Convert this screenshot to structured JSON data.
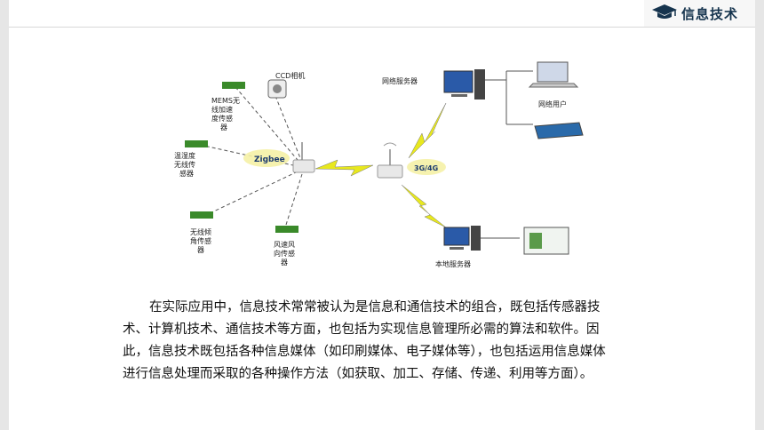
{
  "header": {
    "title": "信息技术",
    "icon": "graduation-cap-icon"
  },
  "diagram": {
    "labels": {
      "network_server": "网络服务器",
      "network_user": "网络用户",
      "local_server": "本地服务器",
      "net_3g4g": "3G/4G",
      "zigbee": "Zigbee",
      "ccd_camera": "CCD相机",
      "mems_sensor_line1": "MEMS无",
      "mems_sensor_line2": "线加速",
      "mems_sensor_line3": "度传感",
      "mems_sensor_line4": "器",
      "temp_sensor_line1": "温湿度",
      "temp_sensor_line2": "无线传",
      "temp_sensor_line3": "感器",
      "tilt_sensor_line1": "无线倾",
      "tilt_sensor_line2": "角传感",
      "tilt_sensor_line3": "器",
      "wind_sensor_line1": "风速风",
      "wind_sensor_line2": "向传感",
      "wind_sensor_line3": "器"
    }
  },
  "paragraph": {
    "lines": [
      "在实际应用中，信息技术常常被认为是信息和通信技术的组合，既包括传感器技",
      "术、计算机技术、通信技术等方面，也包括为实现信息管理所必需的算法和软件。因",
      "此，信息技术既包括各种信息媒体（如印刷媒体、电子媒体等），也包括运用信息媒体",
      "进行信息处理而采取的各种操作方法（如获取、加工、存储、传递、利用等方面）。"
    ]
  }
}
